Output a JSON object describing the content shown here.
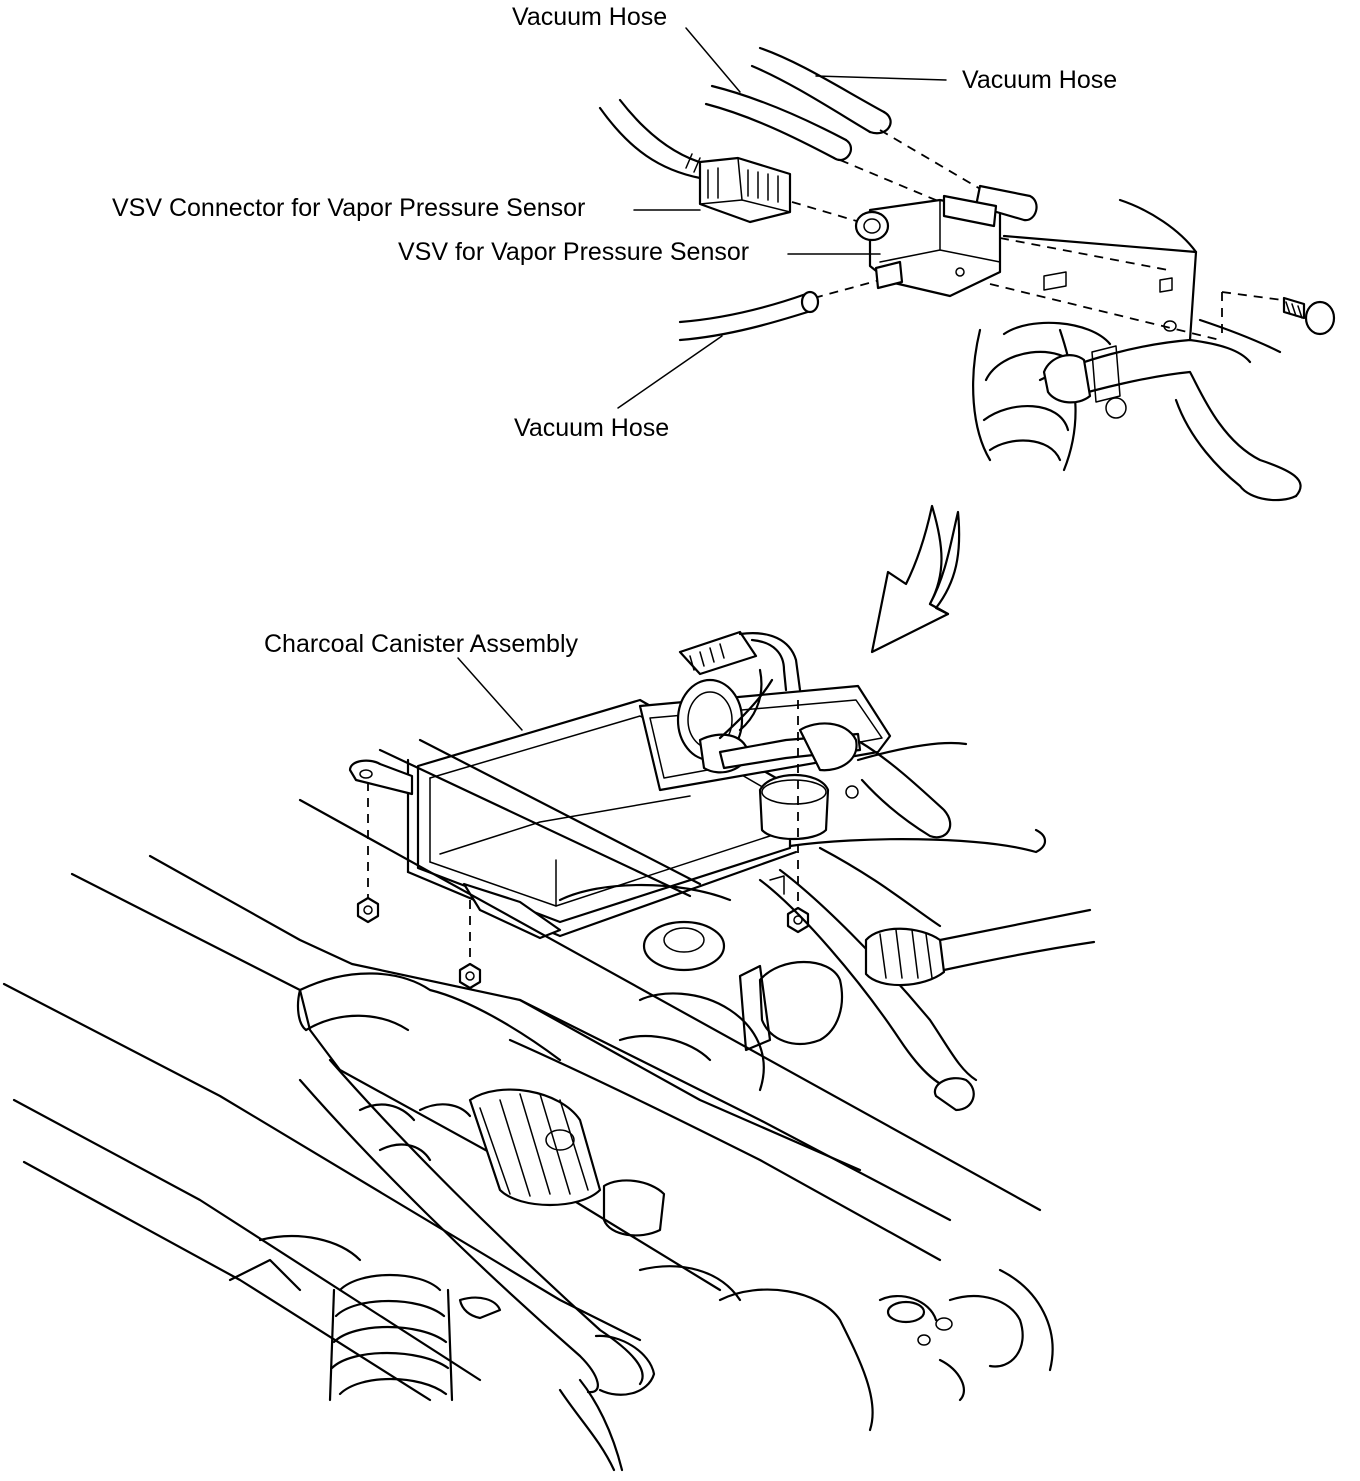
{
  "labels": {
    "vacuum_hose_top": "Vacuum Hose",
    "vacuum_hose_right": "Vacuum Hose",
    "vsv_connector": "VSV Connector for Vapor Pressure Sensor",
    "vsv": "VSV for Vapor Pressure Sensor",
    "vacuum_hose_bottom": "Vacuum Hose",
    "charcoal_canister": "Charcoal Canister Assembly"
  },
  "colors": {
    "ink": "#000000",
    "paper": "#ffffff"
  }
}
